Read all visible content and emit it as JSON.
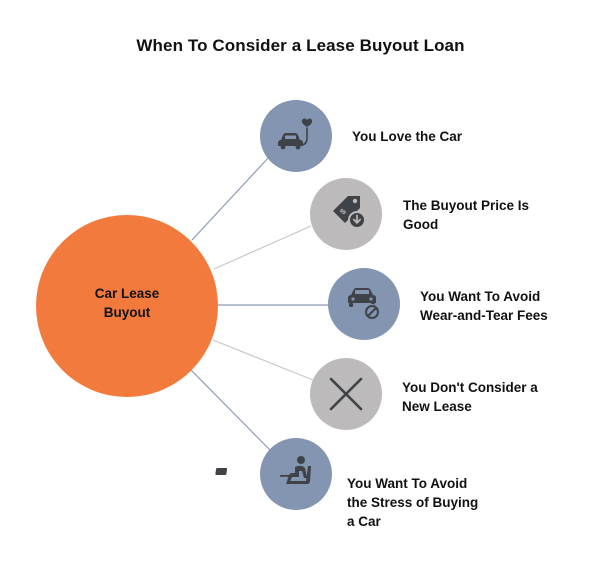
{
  "title": "When To Consider a Lease Buyout Loan",
  "center": {
    "line1": "Car Lease",
    "line2": "Buyout",
    "color": "#F27A3D"
  },
  "colors": {
    "blue_node": "#8395B0",
    "gray_node": "#BDBABB",
    "blue_connector": "#8C9BB3",
    "gray_connector": "#C9C6C6",
    "icon": "#3F4347"
  },
  "items": [
    {
      "icon": "car-heart-icon",
      "lines": [
        "You Love the Car"
      ]
    },
    {
      "icon": "price-tag-down-icon",
      "lines": [
        "The Buyout Price Is",
        "Good"
      ]
    },
    {
      "icon": "car-prohibited-icon",
      "lines": [
        "You Want To Avoid",
        "Wear-and-Tear Fees"
      ]
    },
    {
      "icon": "x-close-icon",
      "lines": [
        "You Don't Consider a",
        "New Lease"
      ]
    },
    {
      "icon": "seated-person-icon",
      "lines": [
        "You Want To Avoid",
        "the Stress of Buying",
        "a Car"
      ]
    }
  ]
}
